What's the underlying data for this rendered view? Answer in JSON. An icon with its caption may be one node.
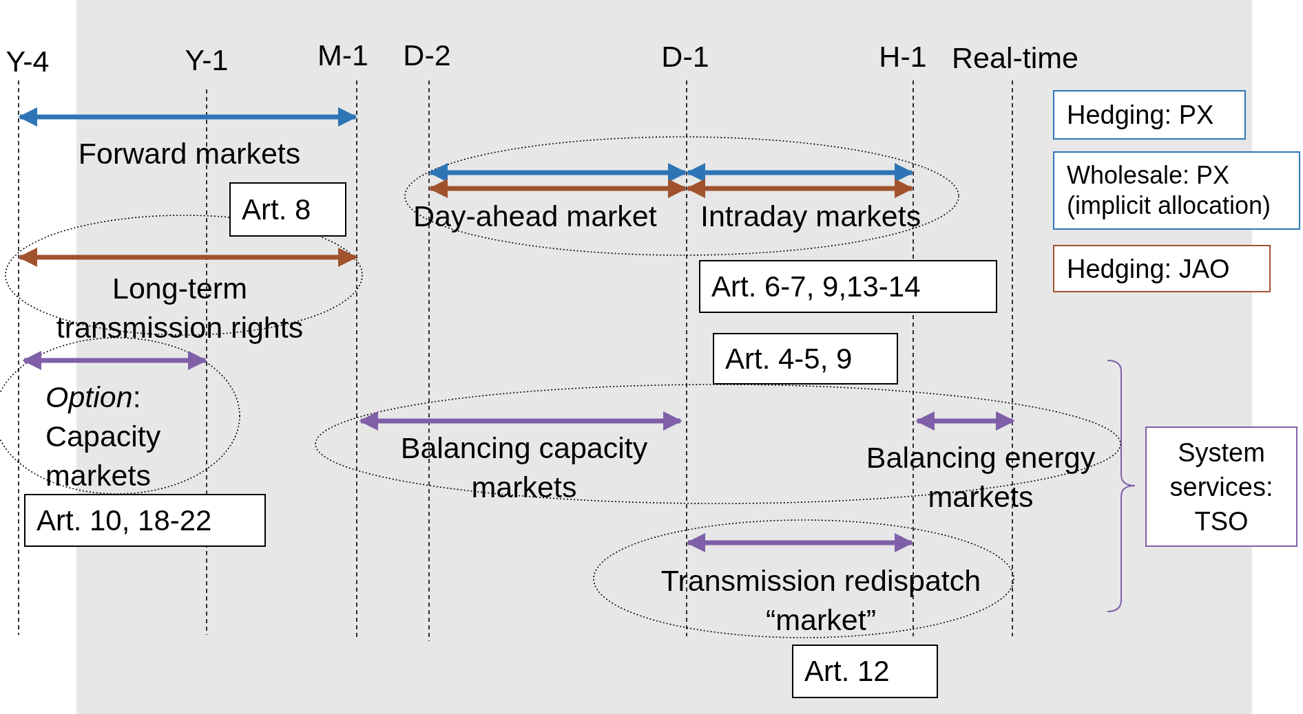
{
  "diagram": {
    "nodes": [
      {
        "text": [
          "Forward markets"
        ]
      },
      {
        "text": [
          "Art. 8"
        ]
      },
      {
        "text": [
          "Long-term transmission rights"
        ]
      },
      {
        "text": [
          "*Option*: Capacity markets"
        ]
      },
      {
        "text": [
          "Art. 10, 18-22"
        ]
      },
      {
        "text": [
          "Day-ahead market",
          "Intraday markets"
        ]
      },
      {
        "text": [
          "Art. 6-7, 9,13-14"
        ]
      },
      {
        "text": [
          "Art. 4-5, 9"
        ]
      },
      {
        "text": [
          "Balancing capacity markets",
          "Balancing energy markets"
        ]
      },
      {
        "text": [
          "Transmission redispatch “market”"
        ]
      },
      {
        "text": [
          "Art. 12"
        ]
      }
    ],
    "labels": [
      "Y-4",
      "Y-1",
      "M-1",
      "D-2",
      "D-1",
      "H-1",
      "Real-time"
    ],
    "legend": [
      {
        "text": "Hedging:  PX",
        "color": "#2e75b6"
      },
      {
        "text": "Wholesale: PX (implicit allocation)",
        "color": "#2e75b6"
      },
      {
        "text": "Hedging:  JAO",
        "color": "#a0522d"
      },
      {
        "text": "System services: TSO",
        "color": "#7f5fa8"
      }
    ]
  }
}
